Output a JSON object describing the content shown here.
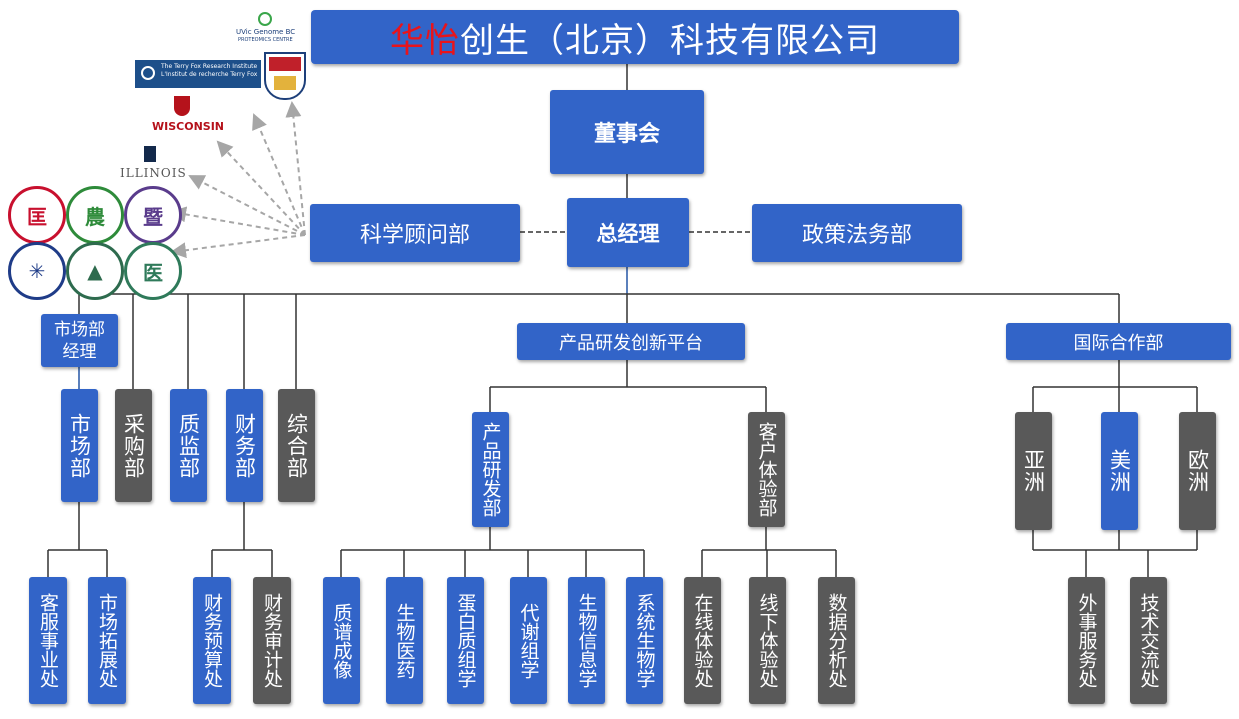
{
  "company": {
    "name_red": "华怡",
    "name_rest": "创生（北京）科技有限公司"
  },
  "board": "董事会",
  "gm": "总经理",
  "science_advisory": "科学顾问部",
  "policy_legal": "政策法务部",
  "market_manager": "市场部经理",
  "departments": {
    "market": "市场部",
    "purchase": "采购部",
    "quality": "质监部",
    "finance": "财务部",
    "general": "综合部"
  },
  "market_sub": {
    "customer_service": "客服事业处",
    "market_expansion": "市场拓展处"
  },
  "finance_sub": {
    "budget": "财务预算处",
    "audit": "财务审计处"
  },
  "rnd_platform": "产品研发创新平台",
  "rnd": "产品研发部",
  "experience": "客户体验部",
  "rnd_sub": {
    "proteomics": "质谱成像",
    "biomed": "生物医药",
    "protein": "蛋白质组学",
    "metabolism": "代谢组学",
    "bioinfo": "生物信息学",
    "systems": "系统生物学"
  },
  "exp_sub": {
    "online": "在线体验处",
    "offline": "线下体验处",
    "data": "数据分析处"
  },
  "intl": "国际合作部",
  "regions": {
    "asia": "亚洲",
    "americas": "美洲",
    "europe": "欧洲"
  },
  "intl_sub": {
    "foreign": "外事服务处",
    "tech": "技术交流处"
  },
  "logos": {
    "uvic": "UVic Genome BC",
    "uvic_sub": "PROTEOMICS CENTRE",
    "terry_fox": "The Terry Fox Research Institute",
    "terry_fox_fr": "L'Institut de recherche Terry Fox",
    "wisconsin": "WISCONSIN",
    "illinois": "ILLINOIS"
  },
  "colors": {
    "primary_blue": "#3264c8",
    "dark_gray": "#595959",
    "accent_red": "#e8141b",
    "connector": "#333333",
    "arrow": "#a6a6a6"
  }
}
